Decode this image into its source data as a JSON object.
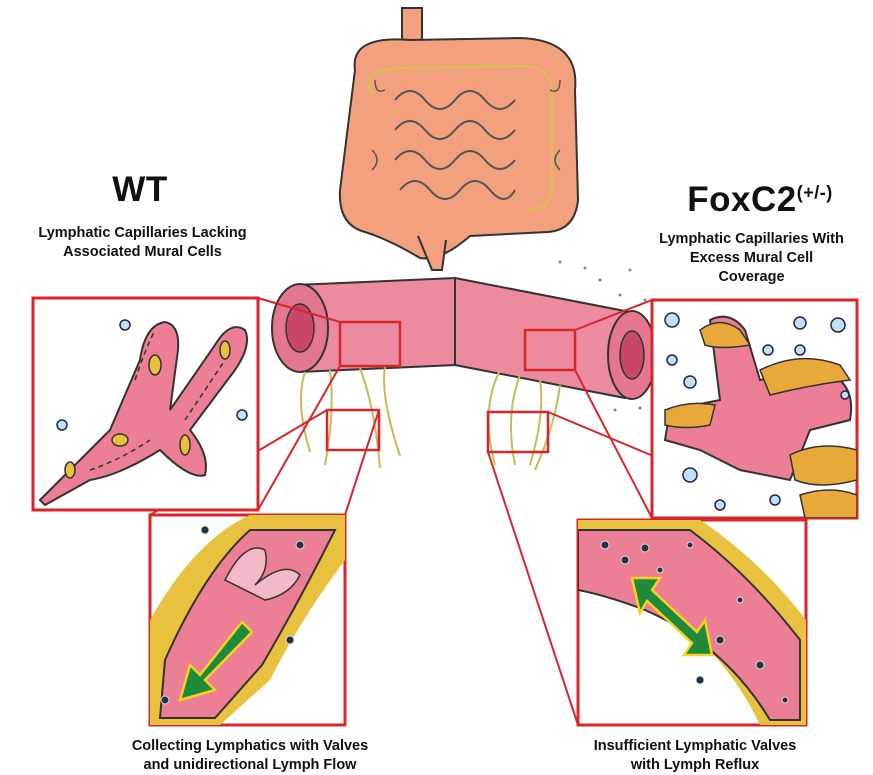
{
  "left": {
    "genotype": "WT",
    "capillary_caption": "Lymphatic Capillaries Lacking Associated Mural Cells",
    "collecting_caption_line1": "Collecting Lymphatics with Valves",
    "collecting_caption_line2": "and unidirectional Lymph Flow"
  },
  "right": {
    "genotype": "FoxC2",
    "genotype_superscript": "(+/-)",
    "capillary_caption_line1": "Lymphatic Capillaries With",
    "capillary_caption_line2": "Excess Mural Cell",
    "capillary_caption_line3": "Coverage",
    "collecting_caption_line1": "Insufficient Lymphatic Valves",
    "collecting_caption_line2": "with Lymph Reflux"
  },
  "colors": {
    "frame_red": "#d9262b",
    "tissue_pink": "#ec7f95",
    "intestine_peach": "#f2a07e",
    "mural_yellow": "#e8c23f",
    "flow_arrow_green": "#1f8a3a",
    "arrow_outline_yellow": "#f5d21d"
  }
}
